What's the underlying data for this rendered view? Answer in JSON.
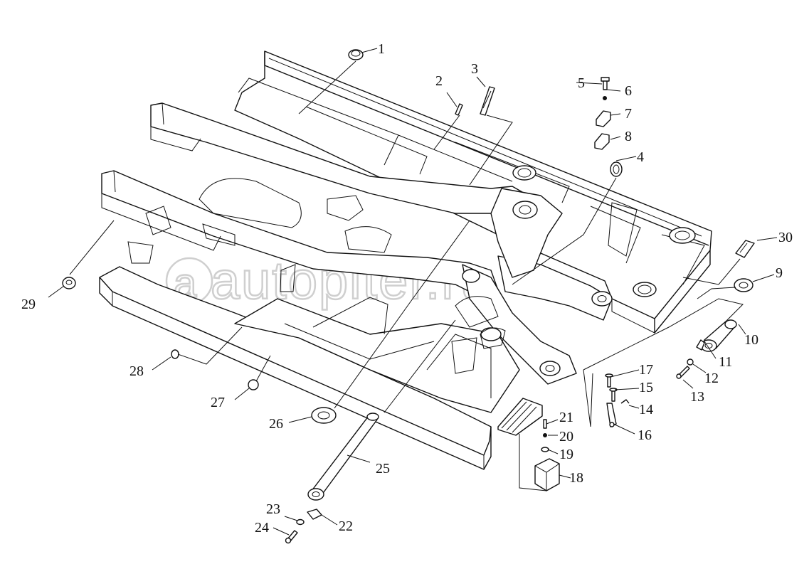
{
  "watermark": "autopiter.ru",
  "corner_mark": "",
  "callouts": [
    {
      "id": "1",
      "text": "1"
    },
    {
      "id": "2",
      "text": "2"
    },
    {
      "id": "3",
      "text": "3"
    },
    {
      "id": "4",
      "text": "4"
    },
    {
      "id": "5",
      "text": "5"
    },
    {
      "id": "6",
      "text": "6"
    },
    {
      "id": "7",
      "text": "7"
    },
    {
      "id": "8",
      "text": "8"
    },
    {
      "id": "9",
      "text": "9"
    },
    {
      "id": "10",
      "text": "10"
    },
    {
      "id": "11",
      "text": "11"
    },
    {
      "id": "12",
      "text": "12"
    },
    {
      "id": "13",
      "text": "13"
    },
    {
      "id": "14",
      "text": "14"
    },
    {
      "id": "15",
      "text": "15"
    },
    {
      "id": "16",
      "text": "16"
    },
    {
      "id": "17",
      "text": "17"
    },
    {
      "id": "18",
      "text": "18"
    },
    {
      "id": "19",
      "text": "19"
    },
    {
      "id": "20",
      "text": "20"
    },
    {
      "id": "21",
      "text": "21"
    },
    {
      "id": "22",
      "text": "22"
    },
    {
      "id": "23",
      "text": "23"
    },
    {
      "id": "24",
      "text": "24"
    },
    {
      "id": "25",
      "text": "25"
    },
    {
      "id": "26",
      "text": "26"
    },
    {
      "id": "27",
      "text": "27"
    },
    {
      "id": "28",
      "text": "28"
    },
    {
      "id": "29",
      "text": "29"
    },
    {
      "id": "30",
      "text": "30"
    }
  ]
}
